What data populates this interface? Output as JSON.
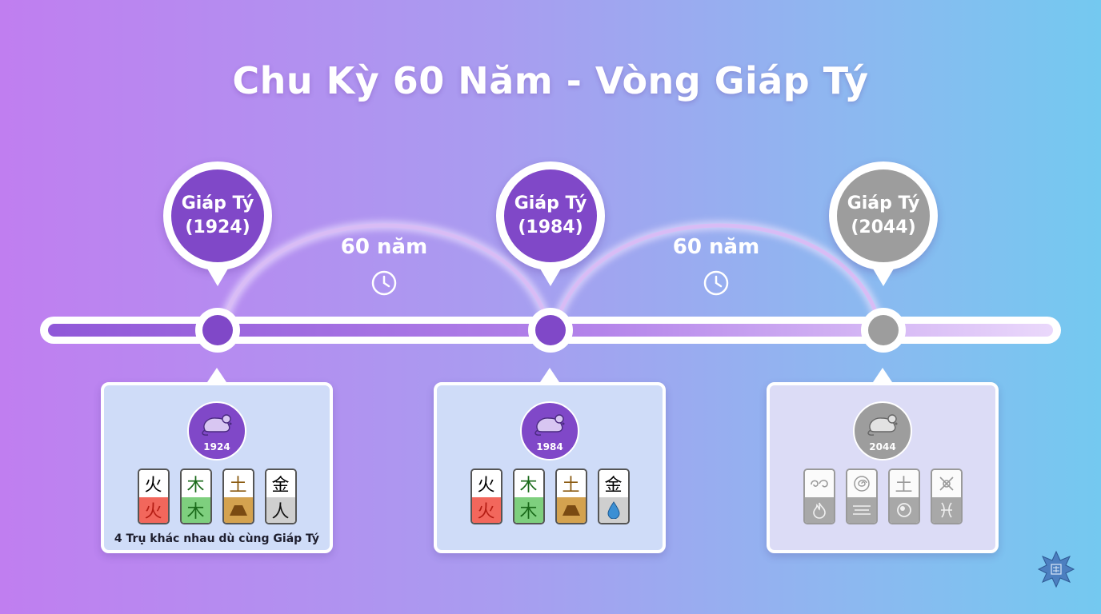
{
  "title": "Chu Kỳ 60 Năm - Vòng Giáp Tý",
  "markers": [
    {
      "line1": "Giáp Tý",
      "line2": "(1924)",
      "year": "1924",
      "state": "past"
    },
    {
      "line1": "Giáp Tý",
      "line2": "(1984)",
      "year": "1984",
      "state": "past"
    },
    {
      "line1": "Giáp Tý",
      "line2": "(2044)",
      "year": "2044",
      "state": "future"
    }
  ],
  "gaps": [
    {
      "label": "60 năm",
      "icon": "clock-icon"
    },
    {
      "label": "60 năm",
      "icon": "clock-icon"
    }
  ],
  "cards": [
    {
      "year": "1924",
      "icon": "rat-icon",
      "tiles": [
        {
          "top": "火",
          "bottom": "火",
          "bottom_style": "red"
        },
        {
          "top": "木",
          "bottom": "木",
          "bottom_style": "green"
        },
        {
          "top": "土",
          "bottom": "earth-mound-icon",
          "bottom_style": "gold"
        },
        {
          "top": "金",
          "bottom": "人",
          "bottom_style": "grey"
        }
      ],
      "note": "4 Trụ khác nhau dù cùng Giáp Tý"
    },
    {
      "year": "1984",
      "icon": "rat-icon",
      "tiles": [
        {
          "top": "火",
          "bottom": "火",
          "bottom_style": "red"
        },
        {
          "top": "木",
          "bottom": "木",
          "bottom_style": "green"
        },
        {
          "top": "土",
          "bottom": "earth-mound-icon",
          "bottom_style": "gold"
        },
        {
          "top": "金",
          "bottom": "water-drop-icon",
          "bottom_style": "grey"
        }
      ]
    },
    {
      "year": "2044",
      "icon": "rat-icon",
      "tiles": [
        {
          "top": "swirl-icon",
          "bottom": "flame-icon",
          "bottom_style": "muted"
        },
        {
          "top": "spiral-icon",
          "bottom": "wave-lines-icon",
          "bottom_style": "muted"
        },
        {
          "top": "土",
          "bottom": "orb-icon",
          "bottom_style": "muted"
        },
        {
          "top": "knot-icon",
          "bottom": "pisces-icon",
          "bottom_style": "muted"
        }
      ]
    }
  ],
  "colors": {
    "accent": "#8048c8",
    "future": "#9d9d9d",
    "card": "#cfdcf8",
    "card_future": "#dcdcf6"
  }
}
